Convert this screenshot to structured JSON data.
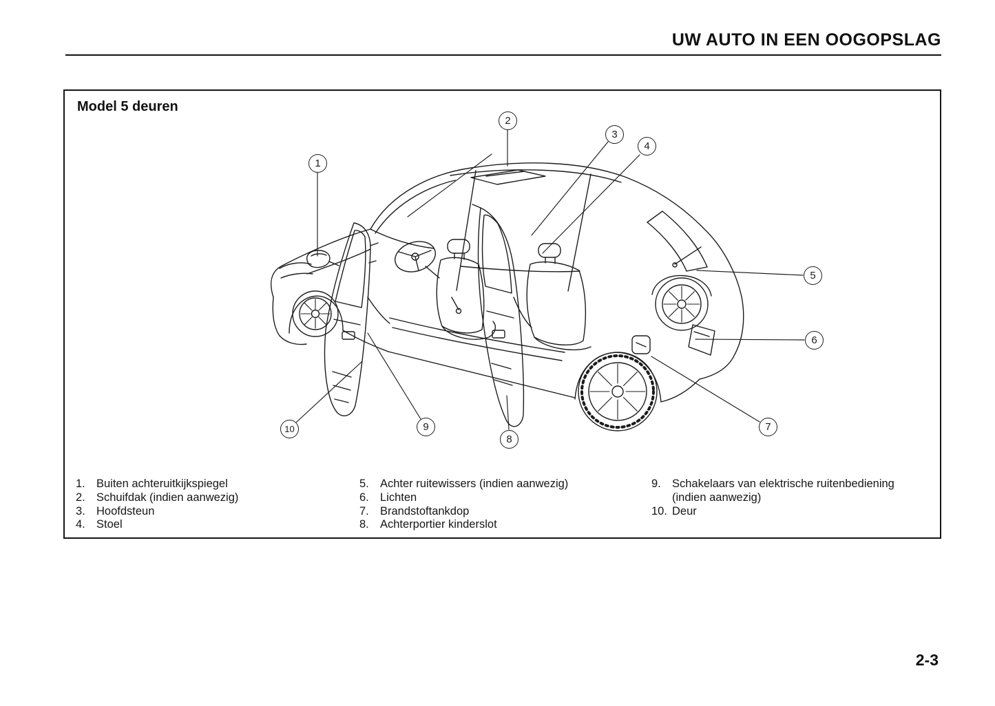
{
  "page": {
    "header_title": "UW AUTO IN EEN OOGOPSLAG",
    "page_number": "2-3",
    "ink_color": "#1c1c1c",
    "paper_color": "#ffffff"
  },
  "figure": {
    "title": "Model 5 deuren",
    "description": "Line drawing of a 5-door hatchback seen from the front-left with both left doors open, with numbered callouts",
    "callouts": [
      {
        "n": "1"
      },
      {
        "n": "2"
      },
      {
        "n": "3"
      },
      {
        "n": "4"
      },
      {
        "n": "5"
      },
      {
        "n": "6"
      },
      {
        "n": "7"
      },
      {
        "n": "8"
      },
      {
        "n": "9"
      },
      {
        "n": "10"
      }
    ]
  },
  "legend": {
    "columns": [
      {
        "items": [
          {
            "num": "1.",
            "label": "Buiten achteruitkijkspiegel"
          },
          {
            "num": "2.",
            "label": "Schuifdak (indien aanwezig)"
          },
          {
            "num": "3.",
            "label": "Hoofdsteun"
          },
          {
            "num": "4.",
            "label": "Stoel"
          }
        ]
      },
      {
        "items": [
          {
            "num": "5.",
            "label": "Achter ruitewissers (indien aanwezig)"
          },
          {
            "num": "6.",
            "label": "Lichten"
          },
          {
            "num": "7.",
            "label": "Brandstoftankdop"
          },
          {
            "num": "8.",
            "label": "Achterportier kinderslot"
          }
        ]
      },
      {
        "items": [
          {
            "num": "9.",
            "label": "Schakelaars van elektrische ruitenbediening (indien aanwezig)"
          },
          {
            "num": "10.",
            "label": "Deur"
          }
        ]
      }
    ]
  }
}
